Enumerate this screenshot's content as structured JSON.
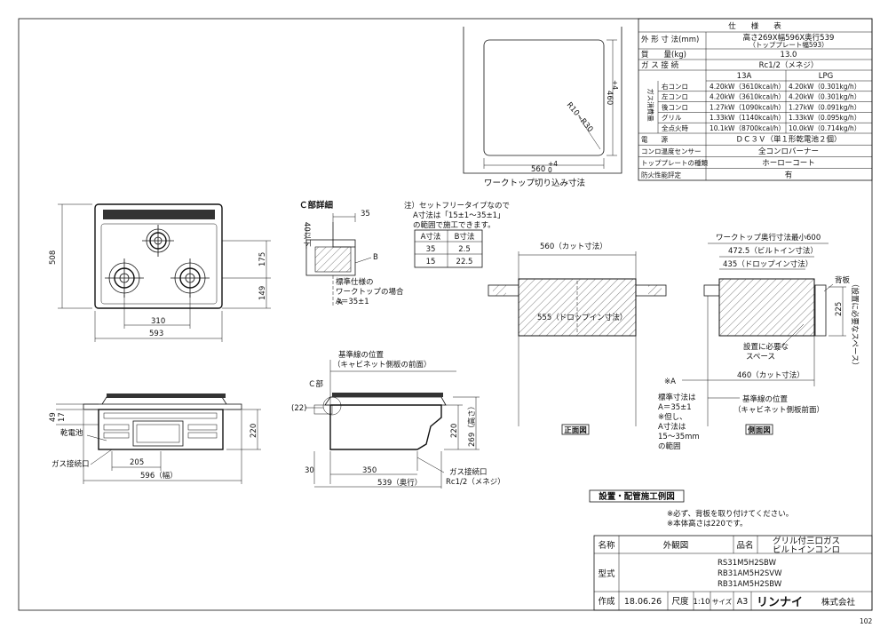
{
  "sheet_no": "102",
  "spec": {
    "title": "仕　　様　　表",
    "rows": [
      {
        "label": "外 形 寸 法(mm)",
        "value": "高さ269X幅596X奥行539",
        "sub": "（トッププレート幅593）"
      },
      {
        "label": "質　　量(kg)",
        "value": "13.0"
      },
      {
        "label": "ガ ス 接 続",
        "value": "Rc1/2（メネジ）"
      }
    ],
    "gas_header": [
      "13A",
      "LPG"
    ],
    "gas_group": "ガス消費量",
    "gas_rows": [
      {
        "label": "右コンロ",
        "c13a": "4.20kW（3610kcal/h）",
        "lpg": "4.20kW（0.301kg/h）"
      },
      {
        "label": "左コンロ",
        "c13a": "4.20kW（3610kcal/h）",
        "lpg": "4.20kW（0.301kg/h）"
      },
      {
        "label": "後コンロ",
        "c13a": "1.27kW（1090kcal/h）",
        "lpg": "1.27kW（0.091kg/h）"
      },
      {
        "label": "グリル",
        "c13a": "1.33kW（1140kcal/h）",
        "lpg": "1.33kW（0.095kg/h）"
      },
      {
        "label": "全点火時",
        "c13a": "10.1kW（8700kcal/h）",
        "lpg": "10.0kW（0.714kg/h）"
      }
    ],
    "tail_rows": [
      {
        "label": "電　　源",
        "value": "ＤＣ３Ｖ（単１形乾電池２個）"
      },
      {
        "label": "コンロ温度センサー",
        "value": "全コンロバーナー"
      },
      {
        "label": "トッププレートの種類",
        "value": "ホーローコート"
      },
      {
        "label": "防火性能評定",
        "value": "有"
      }
    ]
  },
  "cutout": {
    "caption": "ワークトップ切り込み寸法",
    "w": "560",
    "h": "460",
    "tol": "+4",
    "tol0": "0",
    "radius": "R10~R30"
  },
  "plan_view": {
    "d508": "508",
    "d175": "175",
    "d149": "149",
    "d310": "310",
    "d593": "593"
  },
  "front_view": {
    "d49": "49",
    "d17": "17",
    "d220": "220",
    "d205": "205",
    "d596": "596（幅）",
    "battery": "乾電池",
    "gas_inlet": "ガス接続口"
  },
  "c_detail": {
    "title": "Ｃ部詳細",
    "d35": "35",
    "d40": "40以下",
    "label_a": "A",
    "label_b": "B",
    "std1": "標準仕様の",
    "std2": "ワークトップの場合",
    "std3": "A＝35±1"
  },
  "note_table": {
    "note1": "注）セットフリータイプなので",
    "note2": "A寸法は「15±1～35±1」",
    "note3": "の範囲で施工できます。",
    "headers": [
      "A寸法",
      "B寸法"
    ],
    "rows": [
      [
        "35",
        "2.5"
      ],
      [
        "15",
        "22.5"
      ]
    ]
  },
  "side_view": {
    "ref1": "基準線の位置",
    "ref2": "（キャビネット側板の前面）",
    "c_part": "Ｃ部",
    "d22": "(22)",
    "d30": "30",
    "d350": "350",
    "d539": "539（奥行）",
    "d220": "220",
    "d269": "269（高さ）",
    "gas1": "ガス接続口",
    "gas2": "Rc1/2（メネジ）"
  },
  "front_section": {
    "title": "正面図",
    "cut": "560（カット寸法）",
    "dropin": "555（ドロップイン寸法）",
    "star_a": "※A",
    "std1": "標準寸法は",
    "std2": "A＝35±1",
    "std3": "※但し、",
    "std4": "A寸法は",
    "std5": "15～35mm",
    "std6": "の範囲"
  },
  "side_section": {
    "title": "側面図",
    "min": "ワークトップ奥行寸法最小600",
    "builtin": "472.5（ビルトイン寸法）",
    "dropin": "435（ドロップイン寸法）",
    "backboard": "背板",
    "space_note": "（設置に必要なスペース）",
    "d225": "225",
    "space1": "設置に必要な",
    "space2": "スペース",
    "cut": "460（カット寸法）",
    "ref1": "基準線の位置",
    "ref2": "（キャビネット側板前面）"
  },
  "install": {
    "title": "設置・配管施工例図",
    "note1": "※必ず、背板を取り付けてください。",
    "note2": "※本体高さは220です。"
  },
  "title_block": {
    "name_label": "名称",
    "name_value": "外観図",
    "product_label": "品名",
    "product_1": "グリル付三口ガス",
    "product_2": "ビルトインコンロ",
    "model_label": "型式",
    "models": [
      "RS31M5H2SBW",
      "RB31AM5H2SVW",
      "RB31AM5H2SBW"
    ],
    "made_label": "作成",
    "date": "18.06.26",
    "scale_label": "尺度",
    "scale": "1:10",
    "size_label": "サイズ",
    "size": "A3",
    "company_logo": "リンナイ",
    "company_suffix": "株式会社"
  }
}
